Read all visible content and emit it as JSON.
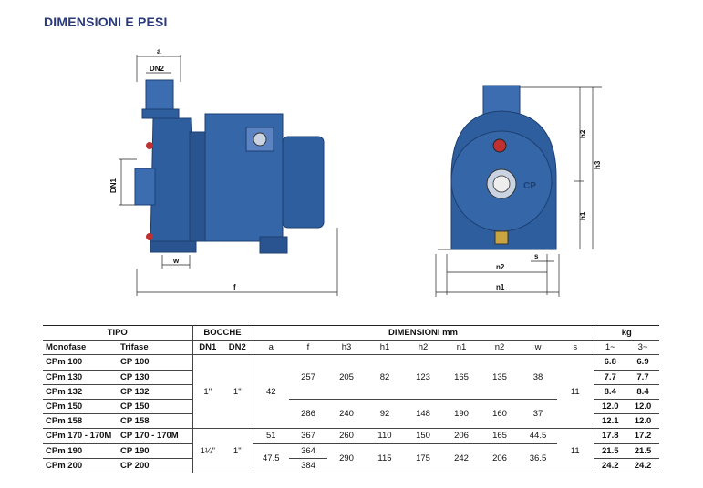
{
  "title": "DIMENSIONI E PESI",
  "diagram_labels": {
    "a": "a",
    "dn2": "DN2",
    "dn1": "DN1",
    "w": "w",
    "f": "f",
    "h2": "h2",
    "h3": "h3",
    "h1": "h1",
    "s": "s",
    "n2": "n2",
    "n1": "n1",
    "brand": "CP"
  },
  "colors": {
    "title": "#2a3a7a",
    "pump_blue": "#2f5e9e",
    "pump_dark": "#1d3f72"
  },
  "table": {
    "group_headers": {
      "tipo": "TIPO",
      "bocche": "BOCCHE",
      "dimensioni": "DIMENSIONI mm",
      "kg": "kg"
    },
    "col_headers": {
      "monofase": "Monofase",
      "trifase": "Trifase",
      "dn1": "DN1",
      "dn2": "DN2",
      "a": "a",
      "f": "f",
      "h3": "h3",
      "h1": "h1",
      "h2": "h2",
      "n1": "n1",
      "n2": "n2",
      "w": "w",
      "s": "s",
      "kg1": "1~",
      "kg3": "3~"
    },
    "rows": [
      {
        "mono": "CPm 100",
        "tri": "CP 100",
        "kg1": "6.8",
        "kg3": "6.9"
      },
      {
        "mono": "CPm 130",
        "tri": "CP 130",
        "kg1": "7.7",
        "kg3": "7.7"
      },
      {
        "mono": "CPm 132",
        "tri": "CP 132",
        "kg1": "8.4",
        "kg3": "8.4"
      },
      {
        "mono": "CPm 150",
        "tri": "CP 150",
        "kg1": "12.0",
        "kg3": "12.0"
      },
      {
        "mono": "CPm 158",
        "tri": "CP 158",
        "kg1": "12.1",
        "kg3": "12.0"
      },
      {
        "mono": "CPm 170 - 170M",
        "tri": "CP 170 - 170M",
        "kg1": "17.8",
        "kg3": "17.2"
      },
      {
        "mono": "CPm 190",
        "tri": "CP 190",
        "kg1": "21.5",
        "kg3": "21.5"
      },
      {
        "mono": "CPm 200",
        "tri": "CP 200",
        "kg1": "24.2",
        "kg3": "24.2"
      }
    ],
    "group1": {
      "dn1": "1\"",
      "dn2": "1\"",
      "a": "42",
      "s": "11",
      "sub_a": {
        "f": "257",
        "h3": "205",
        "h1": "82",
        "h2": "123",
        "n1": "165",
        "n2": "135",
        "w": "38"
      },
      "sub_b": {
        "f": "286",
        "h3": "240",
        "h1": "92",
        "h2": "148",
        "n1": "190",
        "n2": "160",
        "w": "37"
      }
    },
    "group2": {
      "dn1": "1¼\"",
      "dn2": "1\"",
      "s": "11",
      "row170": {
        "a": "51",
        "f": "367",
        "h3": "260",
        "h1": "110",
        "h2": "150",
        "n1": "206",
        "n2": "165",
        "w": "44.5"
      },
      "a_190_200": "47.5",
      "f190": "364",
      "f200": "384",
      "sub": {
        "h3": "290",
        "h1": "115",
        "h2": "175",
        "n1": "242",
        "n2": "206",
        "w": "36.5"
      }
    }
  }
}
